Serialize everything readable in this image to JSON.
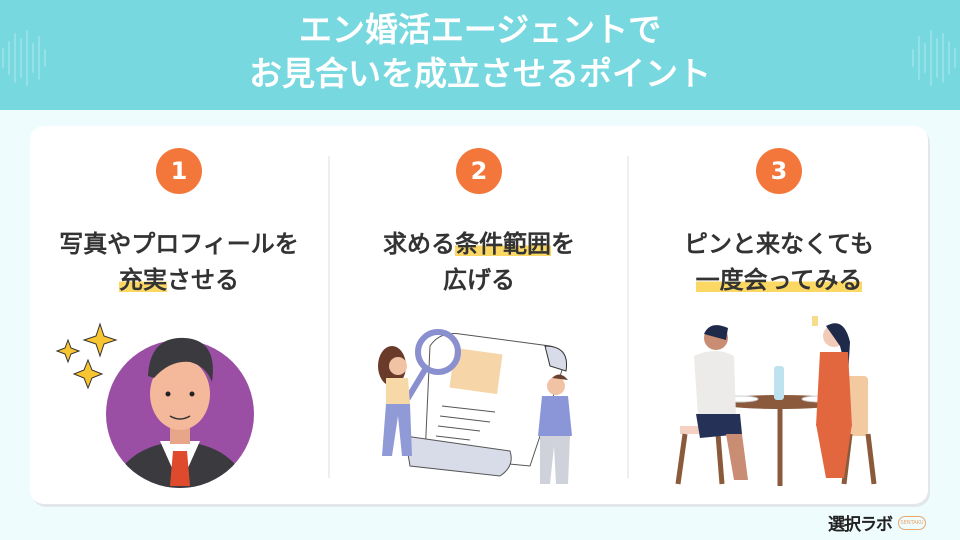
{
  "header": {
    "title_line1": "エン婚活エージェントで",
    "title_line2": "お見合いを成立させるポイント",
    "background_color": "#78d8e0"
  },
  "points": [
    {
      "number": "1",
      "title_line1": "写真やプロフィールを",
      "title_line2_highlight": "充実",
      "title_line2_rest": "させる",
      "illustration": "smiling-man-in-suit-with-sparkles"
    },
    {
      "number": "2",
      "title_line1_pre": "求める",
      "title_line1_highlight": "条件範囲",
      "title_line1_post": "を",
      "title_line2": "広げる",
      "illustration": "people-examining-document-with-magnifier"
    },
    {
      "number": "3",
      "title_line1": "ピンと来なくても",
      "title_line2_highlight": "一度会ってみる",
      "illustration": "couple-dining-at-table"
    }
  ],
  "colors": {
    "number_badge": "#f3773a",
    "highlight": "#fbd763",
    "text": "#333333"
  },
  "footer": {
    "logo_text": "選択ラボ",
    "logo_badge": "SENTAKU"
  }
}
